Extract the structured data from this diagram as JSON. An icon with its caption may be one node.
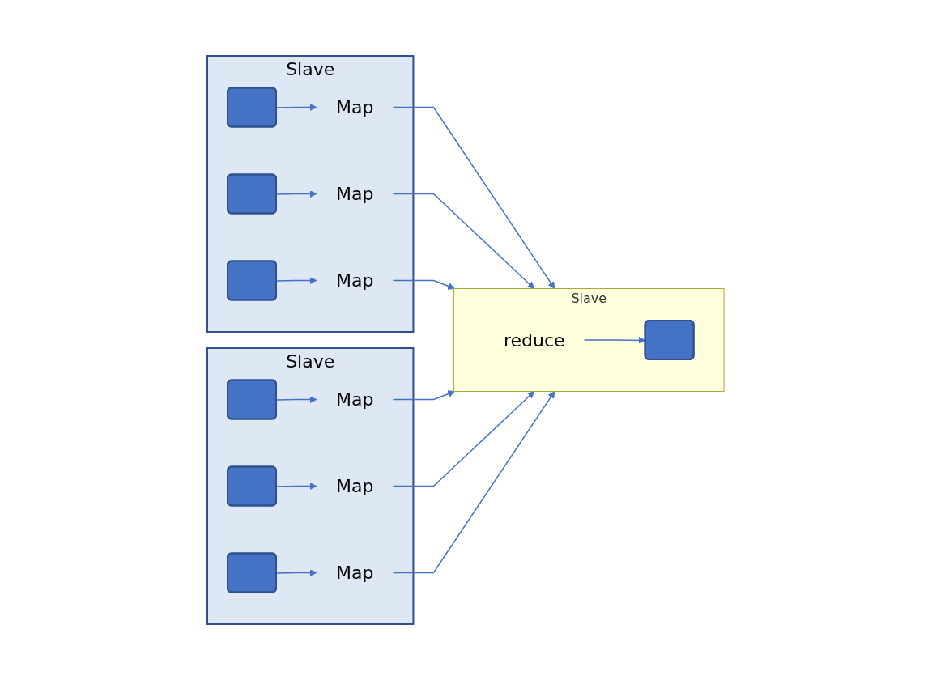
{
  "diagram": {
    "nodes": [
      {
        "text": [
          "Slave"
        ]
      },
      {
        "text": [],
        "shape": "box",
        "in": 0
      },
      {
        "text": [
          "Map"
        ],
        "in": 0
      },
      {
        "text": [],
        "shape": "box",
        "in": 0
      },
      {
        "text": [
          "Map"
        ],
        "in": 0
      },
      {
        "text": [],
        "shape": "box",
        "in": 0
      },
      {
        "text": [
          "Map"
        ],
        "in": 0
      },
      {
        "text": [
          "Slave"
        ]
      },
      {
        "text": [],
        "shape": "box",
        "in": 7
      },
      {
        "text": [
          "Map"
        ],
        "in": 7
      },
      {
        "text": [],
        "shape": "box",
        "in": 7
      },
      {
        "text": [
          "Map"
        ],
        "in": 7
      },
      {
        "text": [],
        "shape": "box",
        "in": 7
      },
      {
        "text": [
          "Map"
        ],
        "in": 7
      },
      {
        "text": [
          "Slave"
        ]
      },
      {
        "text": [
          "reduce"
        ],
        "in": 14
      },
      {
        "text": [],
        "shape": "box",
        "in": 14
      }
    ],
    "edges": [
      {
        "from": 1,
        "to": 2,
        "arrow": "to"
      },
      {
        "from": 3,
        "to": 4,
        "arrow": "to"
      },
      {
        "from": 5,
        "to": 6,
        "arrow": "to"
      },
      {
        "from": 8,
        "to": 9,
        "arrow": "to"
      },
      {
        "from": 10,
        "to": 11,
        "arrow": "to"
      },
      {
        "from": 12,
        "to": 13,
        "arrow": "to"
      },
      {
        "from": 2,
        "to": 14,
        "arrow": "to"
      },
      {
        "from": 4,
        "to": 14,
        "arrow": "to"
      },
      {
        "from": 6,
        "to": 14,
        "arrow": "to"
      },
      {
        "from": 9,
        "to": 14,
        "arrow": "to"
      },
      {
        "from": 11,
        "to": 14,
        "arrow": "to"
      },
      {
        "from": 13,
        "to": 14,
        "arrow": "to"
      },
      {
        "from": 15,
        "to": 16,
        "arrow": "to"
      }
    ]
  }
}
